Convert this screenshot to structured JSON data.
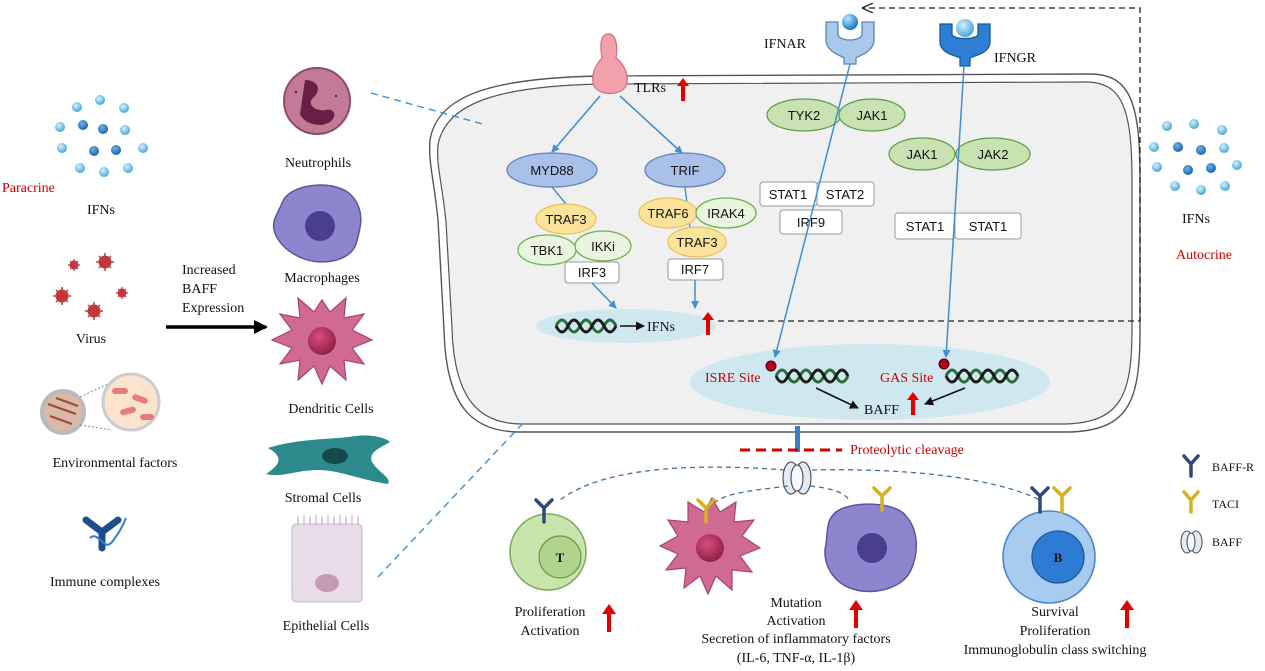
{
  "left": {
    "paracrine": "Paracrine",
    "ifns": "IFNs",
    "virus": "Virus",
    "environmental": "Environmental factors",
    "immune_complexes": "Immune complexes",
    "arrow_label": [
      "Increased",
      "BAFF",
      "Expression"
    ]
  },
  "cells": {
    "neutrophils": "Neutrophils",
    "macrophages": "Macrophages",
    "dendritic": "Dendritic Cells",
    "stromal": "Stromal Cells",
    "epithelial": "Epithelial Cells"
  },
  "receptors": {
    "tlrs": "TLRs",
    "ifnar": "IFNAR",
    "ifngr": "IFNGR"
  },
  "pathway": {
    "myd88": "MYD88",
    "trif": "TRIF",
    "traf3_a": "TRAF3",
    "tbk1": "TBK1",
    "ikki": "IKKi",
    "irf3": "IRF3",
    "traf6": "TRAF6",
    "irak4": "IRAK4",
    "traf3_b": "TRAF3",
    "irf7": "IRF7",
    "ifns": "IFNs",
    "tyk2": "TYK2",
    "jak1_a": "JAK1",
    "stat1_a": "STAT1",
    "stat2": "STAT2",
    "irf9": "IRF9",
    "jak1_b": "JAK1",
    "jak2": "JAK2",
    "stat1_b": "STAT1",
    "stat1_c": "STAT1",
    "isre": "ISRE Site",
    "gas": "GAS Site",
    "baff": "BAFF",
    "cleavage": "Proteolytic cleavage"
  },
  "right": {
    "ifns": "IFNs",
    "autocrine": "Autocrine"
  },
  "legend": {
    "baffr": "BAFF-R",
    "taci": "TACI",
    "baff": "BAFF"
  },
  "targets": {
    "t_label": "T",
    "b_label": "B",
    "t_effect": [
      "Proliferation",
      "Activation"
    ],
    "myeloid_effect": [
      "Mutation",
      "Activation",
      "Secretion of inflammatory factors",
      "(IL-6, TNF-α, IL-1β)"
    ],
    "b_effect": [
      "Survival",
      "Proliferation",
      "Immunoglobulin class switching"
    ]
  },
  "colors": {
    "red": "#cc0000",
    "blue_arrow": "#3f8fd2",
    "cell_fill": "#f0f0f0",
    "myd88_fill": "#a9c0e8",
    "traf_fill": "#fbe39a",
    "green_fill": "#c8e2b2",
    "nucleus_region": "#cfe8ef"
  }
}
